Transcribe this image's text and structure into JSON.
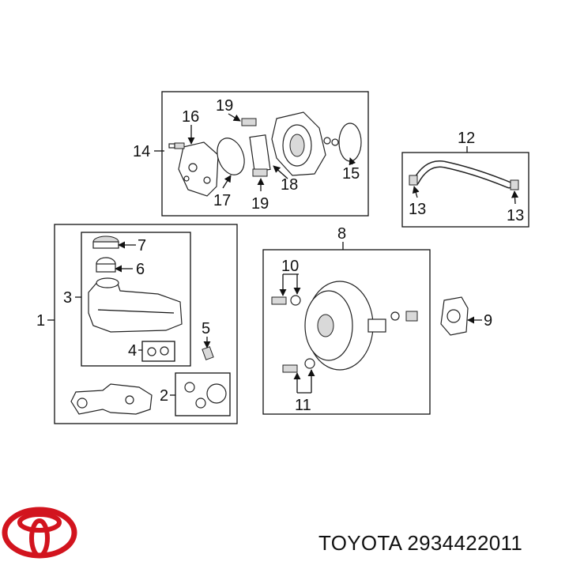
{
  "callouts": {
    "c1": "1",
    "c2": "2",
    "c3": "3",
    "c4": "4",
    "c5": "5",
    "c6": "6",
    "c7": "7",
    "c8": "8",
    "c9": "9",
    "c10": "10",
    "c11": "11",
    "c12": "12",
    "c13a": "13",
    "c13b": "13",
    "c14": "14",
    "c15": "15",
    "c16": "16",
    "c17": "17",
    "c18": "18",
    "c19a": "19",
    "c19b": "19"
  },
  "brand": {
    "name": "TOYOTA",
    "part_number": "2934422011",
    "logo_color": "#d2141e"
  },
  "icons": [
    "toyota-logo-icon"
  ]
}
